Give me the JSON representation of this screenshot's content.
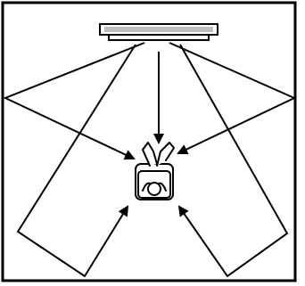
{
  "diagram": {
    "style": {
      "stroke": "#000000",
      "background": "#ffffff",
      "ceiling_fixture_shadow": "#bdbdbd"
    },
    "elements": {
      "ceiling_fixture": "ceiling-light-fixture",
      "person": "seated-person-in-chair",
      "rays": [
        "ray-fixture-left",
        "ray-fixture-center",
        "ray-fixture-right",
        "ray-wall-left",
        "ray-wall-right",
        "ray-floor-left",
        "ray-floor-right"
      ]
    }
  }
}
